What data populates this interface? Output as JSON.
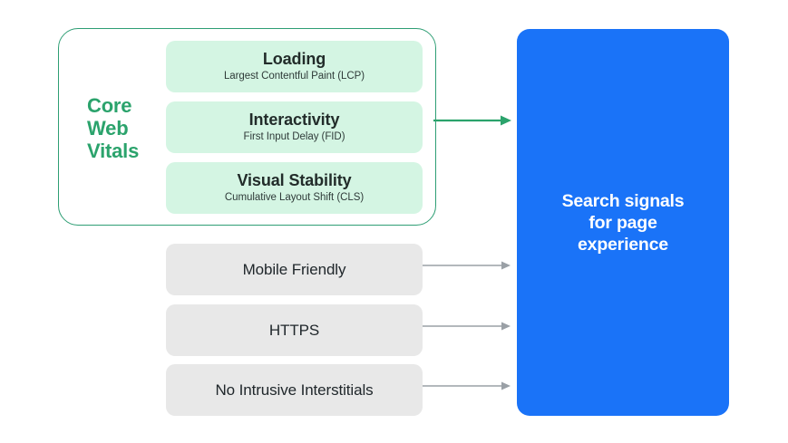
{
  "diagram": {
    "colors": {
      "outline_green": "#2e9e74",
      "label_green": "#2ba36c",
      "card_green_fill": "#d4f5e3",
      "signal_gray_fill": "#e8e8e8",
      "panel_blue": "#1a73f8",
      "arrow_green": "#2ba36c",
      "arrow_gray": "#9aa0a6",
      "text_dark": "#222c2a",
      "text_white": "#ffffff",
      "background": "#ffffff"
    },
    "core_web_vitals": {
      "group_label": "Core\nWeb\nVitals",
      "group_label_lines": [
        "Core",
        "Web",
        "Vitals"
      ],
      "metrics": [
        {
          "title": "Loading",
          "subtitle": "Largest Contentful Paint (LCP)"
        },
        {
          "title": "Interactivity",
          "subtitle": "First Input Delay (FID)"
        },
        {
          "title": "Visual Stability",
          "subtitle": "Cumulative Layout Shift (CLS)"
        }
      ]
    },
    "other_signals": [
      {
        "label": "Mobile Friendly"
      },
      {
        "label": "HTTPS"
      },
      {
        "label": "No Intrusive Interstitials"
      }
    ],
    "destination": {
      "text": "Search signals\nfor page\nexperience",
      "lines": [
        "Search signals",
        "for page",
        "experience"
      ]
    },
    "arrows": {
      "core_web_vitals_arrow": "arrow-right-green",
      "mobile_friendly_arrow": "arrow-right-gray",
      "https_arrow": "arrow-right-gray",
      "interstitials_arrow": "arrow-right-gray"
    }
  }
}
